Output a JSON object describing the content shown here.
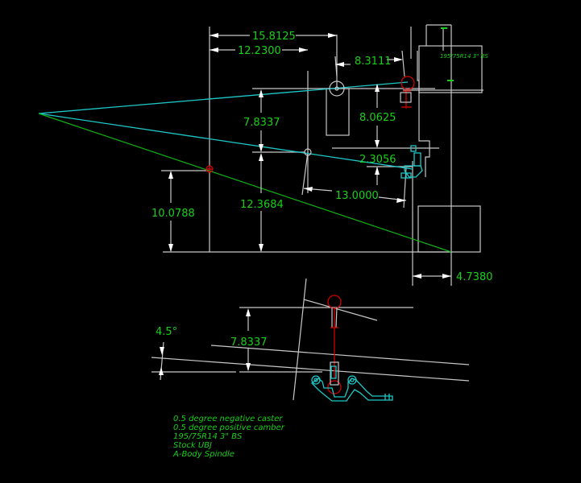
{
  "drawing": {
    "background": "#000000",
    "colors": {
      "geometry": "#c8c8c8",
      "instant_center_lines": "#1ec8c8",
      "roll_center_line": "#12b412",
      "ball_joints": "#d00000",
      "text": "#18d018"
    },
    "front_view": {
      "dimensions": {
        "overall_width": "15.8125",
        "lower_pivot_width": "12.2300",
        "upper_offset": "8.3111",
        "pivot_height_diff": "7.8337",
        "balljoint_spacing": "8.0625",
        "lower_bj_offset": "2.3056",
        "lower_arm_length": "13.0000",
        "roll_center_height": "10.0788",
        "lower_pivot_height": "12.3684",
        "scrub_offset": "4.7380"
      },
      "tire_label": "195/75R14 3\" BS"
    },
    "side_view": {
      "dimensions": {
        "caster_angle": "4.5°",
        "pivot_height_diff": "7.8337"
      }
    },
    "notes": [
      "0.5 degree negative caster",
      "0.5 degree positive camber",
      "195/75R14 3\" BS",
      "Stock UBJ",
      "A-Body Spindle"
    ]
  }
}
